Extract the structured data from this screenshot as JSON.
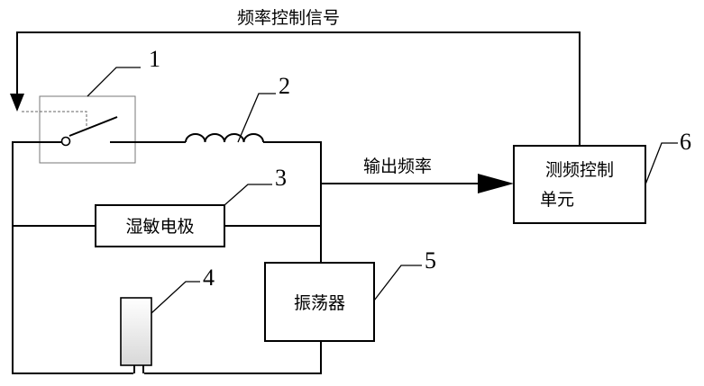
{
  "labels": {
    "feedback_signal": "频率控制信号",
    "output_frequency": "输出频率",
    "electrode": "湿敏电极",
    "oscillator": "振荡器",
    "controller_line1": "测频控制",
    "controller_line2": "单元"
  },
  "callouts": {
    "switch": "1",
    "inductor": "2",
    "electrode": "3",
    "capacitor": "4",
    "oscillator": "5",
    "controller": "6"
  }
}
